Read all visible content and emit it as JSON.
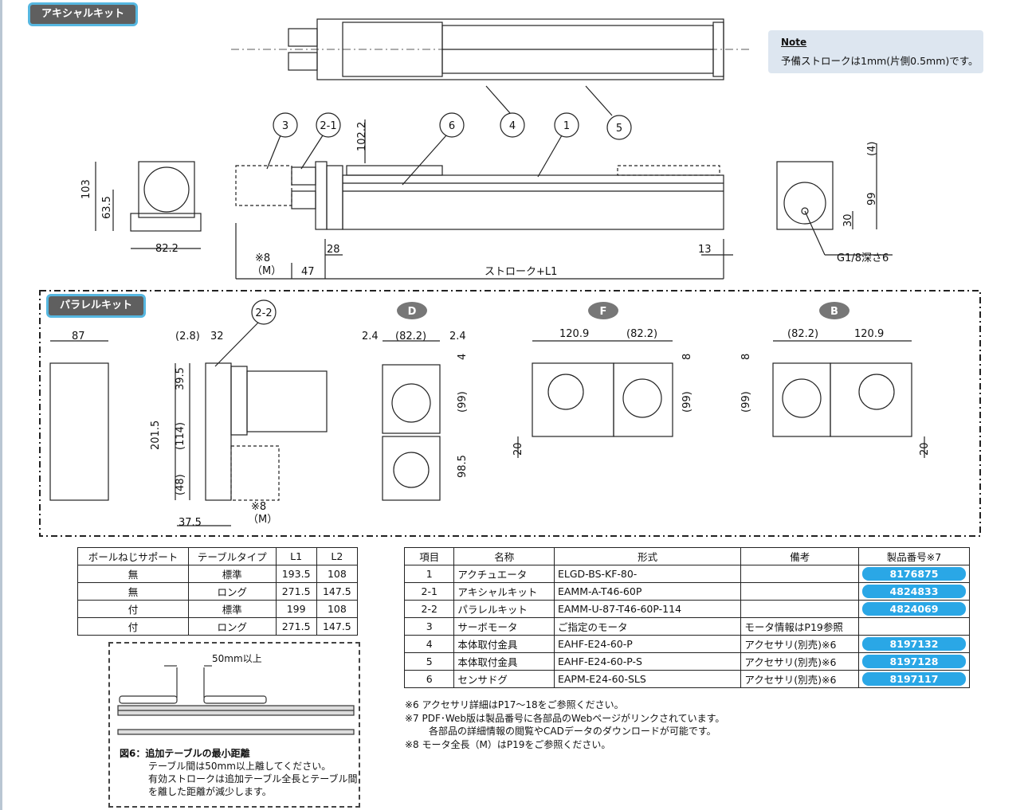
{
  "tags": {
    "axial": "アキシャルキット",
    "parallel": "パラレルキット"
  },
  "note": {
    "title": "Note",
    "body": "予備ストロークは1mm(片側0.5mm)です。"
  },
  "balloons": {
    "b3": "3",
    "b21": "2-1",
    "b6": "6",
    "b4": "4",
    "b1": "1",
    "b5": "5",
    "b22": "2-2"
  },
  "dims": {
    "d103": "103",
    "d635": "63.5",
    "d822": "82.2",
    "d1022": "102.2",
    "d28": "28",
    "d47": "47",
    "m8": "※8",
    "mM": "（M）",
    "stroke": "ストローク+L1",
    "d13": "13",
    "d4": "(4)",
    "d99": "99",
    "d30": "30",
    "g18": "G1/8深さ6",
    "d87": "87",
    "d28p": "(2.8)",
    "d32": "32",
    "d395": "39.5",
    "d2015": "201.5",
    "d114": "(114)",
    "d48": "(48)",
    "d375": "37.5",
    "d24a": "2.4",
    "d822p": "(82.2)",
    "d24b": "2.4",
    "d4b": "4",
    "d99p": "(99)",
    "d985": "98.5",
    "d1209": "120.9",
    "d8": "8",
    "d20": "20"
  },
  "views": {
    "D": "D",
    "F": "F",
    "B": "B"
  },
  "table1": {
    "headers": [
      "ボールねじサポート",
      "テーブルタイプ",
      "L1",
      "L2"
    ],
    "rows": [
      [
        "無",
        "標準",
        "193.5",
        "108"
      ],
      [
        "無",
        "ロング",
        "271.5",
        "147.5"
      ],
      [
        "付",
        "標準",
        "199",
        "108"
      ],
      [
        "付",
        "ロング",
        "271.5",
        "147.5"
      ]
    ]
  },
  "table2": {
    "headers": [
      "項目",
      "名称",
      "形式",
      "備考",
      "製品番号※7"
    ],
    "rows": [
      [
        "1",
        "アクチュエータ",
        "ELGD-BS-KF-80-",
        "",
        "8176875"
      ],
      [
        "2-1",
        "アキシャルキット",
        "EAMM-A-T46-60P",
        "",
        "4824833"
      ],
      [
        "2-2",
        "パラレルキット",
        "EAMM-U-87-T46-60P-114",
        "",
        "4824069"
      ],
      [
        "3",
        "サーボモータ",
        "ご指定のモータ",
        "モータ情報はP19参照",
        ""
      ],
      [
        "4",
        "本体取付金具",
        "EAHF-E24-60-P",
        "アクセサリ(別売)※6",
        "8197132"
      ],
      [
        "5",
        "本体取付金具",
        "EAHF-E24-60-P-S",
        "アクセサリ(別売)※6",
        "8197128"
      ],
      [
        "6",
        "センサドグ",
        "EAPM-E24-60-SLS",
        "アクセサリ(別売)※6",
        "8197117"
      ]
    ]
  },
  "footnotes": {
    "f6": "※6  アクセサリ詳細はP17～18をご参照ください。",
    "f7a": "※7  PDF･Web版は製品番号に各部品のWebページがリンクされています。",
    "f7b": "各部品の詳細情報の閲覧やCADデータのダウンロードが可能です。",
    "f8": "※8  モータ全長（M）はP19をご参照ください。"
  },
  "fig6": {
    "dim": "50mm以上",
    "title": "図6：追加テーブルの最小距離",
    "l1": "テーブル間は50mm以上離してください。",
    "l2": "有効ストロークは追加テーブル全長とテーブル間",
    "l3": "を離した距離が減少します。"
  }
}
